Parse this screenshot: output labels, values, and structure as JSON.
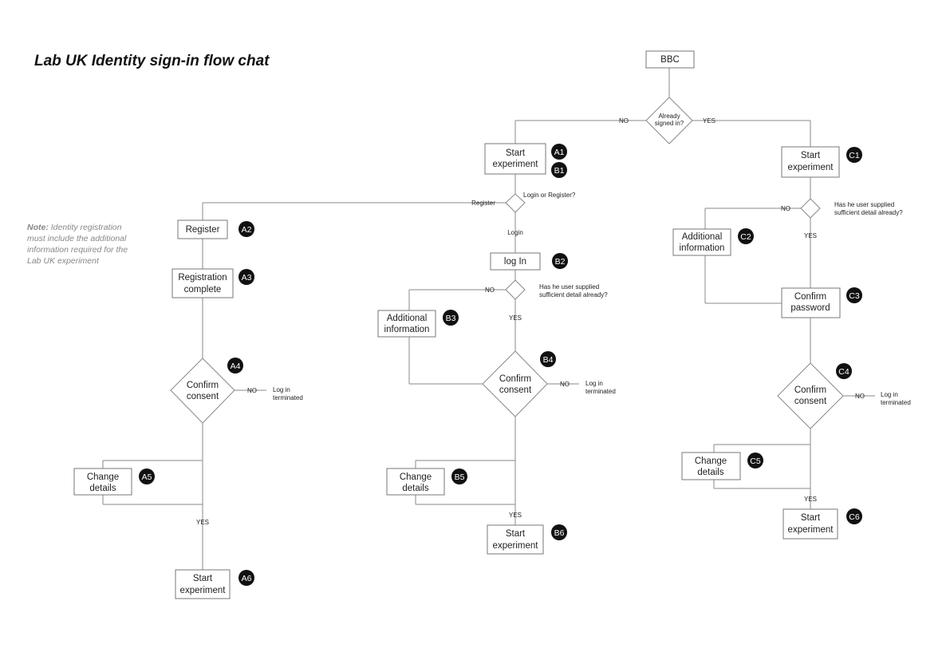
{
  "title": "Lab UK Identity sign-in flow chat",
  "note": {
    "bold": "Note:",
    "lines": [
      " Identity registration",
      "must include the additional",
      "information required for the",
      "Lab UK experiment"
    ]
  },
  "nodes": {
    "bbc": "BBC",
    "signed_in": [
      "Already",
      "signed in?"
    ],
    "a1_start": [
      "Start",
      "experiment"
    ],
    "login_or_register": "Login or Register?",
    "register": "Register",
    "registration_complete": [
      "Registration",
      "complete"
    ],
    "a_confirm": [
      "Confirm",
      "consent"
    ],
    "a_change": [
      "Change",
      "details"
    ],
    "a_start": [
      "Start",
      "experiment"
    ],
    "log_in": "log In",
    "b_question": [
      "Has he user supplied",
      "sufficient detail already?"
    ],
    "b_additional": [
      "Additional",
      "information"
    ],
    "b_confirm": [
      "Confirm",
      "consent"
    ],
    "b_change": [
      "Change",
      "details"
    ],
    "b_start": [
      "Start",
      "experiment"
    ],
    "c1_start": [
      "Start",
      "experiment"
    ],
    "c_question": [
      "Has he user supplied",
      "sufficient detail already?"
    ],
    "c_additional": [
      "Additional",
      "information"
    ],
    "c_password": [
      "Confirm",
      "password"
    ],
    "c_confirm": [
      "Confirm",
      "consent"
    ],
    "c_change": [
      "Change",
      "details"
    ],
    "c_start": [
      "Start",
      "experiment"
    ]
  },
  "edge_labels": {
    "no": "NO",
    "yes": "YES",
    "register": "Register",
    "login": "Login",
    "log_in_terminated": [
      "Log in",
      "terminated"
    ]
  },
  "badges": {
    "a1": "A1",
    "b1": "B1",
    "c1": "C1",
    "a2": "A2",
    "a3": "A3",
    "a4": "A4",
    "a5": "A5",
    "a6": "A6",
    "b2": "B2",
    "b3": "B3",
    "b4": "B4",
    "b5": "B5",
    "b6": "B6",
    "c2": "C2",
    "c3": "C3",
    "c4": "C4",
    "c5": "C5",
    "c6": "C6"
  }
}
